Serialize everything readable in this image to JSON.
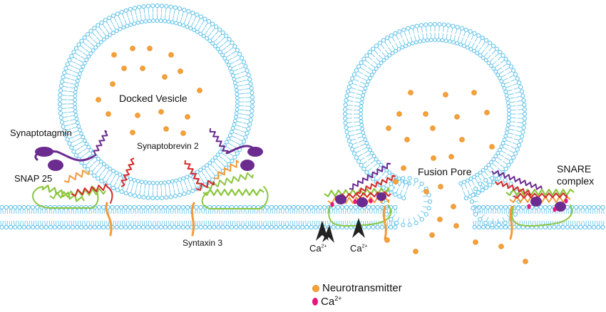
{
  "labels": {
    "docked_vesicle": "Docked Vesicle",
    "synaptotagmin": "Synaptotagmin",
    "synaptobrevin": "Synaptobrevin 2",
    "snap25": "SNAP 25",
    "syntaxin": "Syntaxin 3",
    "fusion_pore": "Fusion Pore",
    "snare_line1": "SNARE",
    "snare_line2": "complex",
    "ca_base": "Ca",
    "ca_sup": "2+"
  },
  "legend": {
    "neurotransmitter": "Neurotransmitter",
    "calcium_base": "Ca",
    "calcium_sup": "2+"
  },
  "colors": {
    "lipid_head": "#5bc0e8",
    "neurotransmitter": "#f6a23a",
    "calcium": "#e6177c",
    "synaptobrevin": "#d42b2b",
    "syntaxin": "#f29b38",
    "snap25": "#8cc63f",
    "synaptotagmin": "#6b2b8f",
    "arrow": "#222222"
  }
}
